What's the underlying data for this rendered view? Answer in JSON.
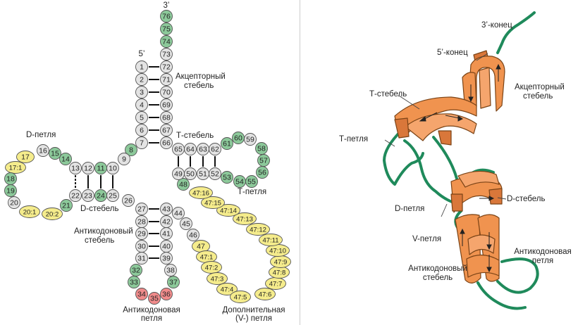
{
  "colors": {
    "gray": "#e3e3e3",
    "green": "#8cc99a",
    "yellow": "#f5ec8c",
    "red": "#f08b8b",
    "ribbon": "#f0934f",
    "ribbon_edge": "#7a4316",
    "loop": "#1f8a5b"
  },
  "left": {
    "end_3": "3’",
    "end_5": "5’",
    "labels": {
      "acceptor": [
        "Акцепторный",
        "стебель"
      ],
      "t_stem": "Т-стебель",
      "t_loop": "Т-петля",
      "d_loop": "D-петля",
      "d_stem": "D-стебель",
      "anticodon_stem": [
        "Антикодоновый",
        "стебель"
      ],
      "anticodon_loop": [
        "Антикодоновая",
        "петля"
      ],
      "variable_loop": [
        "Дополнительная",
        "(V-) петля"
      ]
    },
    "nucleotides": [
      {
        "t": "76",
        "c": "green"
      },
      {
        "t": "75",
        "c": "green"
      },
      {
        "t": "74",
        "c": "green"
      },
      {
        "t": "73",
        "c": "gray"
      },
      {
        "t": "72",
        "c": "gray"
      },
      {
        "t": "71",
        "c": "gray"
      },
      {
        "t": "70",
        "c": "gray"
      },
      {
        "t": "69",
        "c": "gray"
      },
      {
        "t": "68",
        "c": "gray"
      },
      {
        "t": "67",
        "c": "gray"
      },
      {
        "t": "66",
        "c": "gray"
      },
      {
        "t": "1",
        "c": "gray"
      },
      {
        "t": "2",
        "c": "gray"
      },
      {
        "t": "3",
        "c": "gray"
      },
      {
        "t": "4",
        "c": "gray"
      },
      {
        "t": "5",
        "c": "gray"
      },
      {
        "t": "6",
        "c": "gray"
      },
      {
        "t": "7",
        "c": "gray"
      },
      {
        "t": "8",
        "c": "green"
      },
      {
        "t": "9",
        "c": "gray"
      },
      {
        "t": "10",
        "c": "gray"
      },
      {
        "t": "11",
        "c": "green"
      },
      {
        "t": "12",
        "c": "gray"
      },
      {
        "t": "13",
        "c": "gray"
      },
      {
        "t": "14",
        "c": "green"
      },
      {
        "t": "15",
        "c": "green"
      },
      {
        "t": "16",
        "c": "gray"
      },
      {
        "t": "17",
        "c": "yellow"
      },
      {
        "t": "17:1",
        "c": "yellow"
      },
      {
        "t": "18",
        "c": "green"
      },
      {
        "t": "19",
        "c": "green"
      },
      {
        "t": "20",
        "c": "gray"
      },
      {
        "t": "20:1",
        "c": "yellow"
      },
      {
        "t": "20:2",
        "c": "yellow"
      },
      {
        "t": "21",
        "c": "green"
      },
      {
        "t": "22",
        "c": "gray"
      },
      {
        "t": "23",
        "c": "gray"
      },
      {
        "t": "24",
        "c": "green"
      },
      {
        "t": "25",
        "c": "gray"
      },
      {
        "t": "26",
        "c": "gray"
      },
      {
        "t": "27",
        "c": "gray"
      },
      {
        "t": "28",
        "c": "gray"
      },
      {
        "t": "29",
        "c": "gray"
      },
      {
        "t": "30",
        "c": "gray"
      },
      {
        "t": "31",
        "c": "gray"
      },
      {
        "t": "32",
        "c": "green"
      },
      {
        "t": "33",
        "c": "green"
      },
      {
        "t": "34",
        "c": "red"
      },
      {
        "t": "35",
        "c": "red"
      },
      {
        "t": "36",
        "c": "red"
      },
      {
        "t": "37",
        "c": "green"
      },
      {
        "t": "38",
        "c": "gray"
      },
      {
        "t": "39",
        "c": "gray"
      },
      {
        "t": "40",
        "c": "gray"
      },
      {
        "t": "41",
        "c": "gray"
      },
      {
        "t": "42",
        "c": "gray"
      },
      {
        "t": "43",
        "c": "gray"
      },
      {
        "t": "44",
        "c": "gray"
      },
      {
        "t": "45",
        "c": "gray"
      },
      {
        "t": "46",
        "c": "gray"
      },
      {
        "t": "47",
        "c": "yellow"
      },
      {
        "t": "47:1",
        "c": "yellow"
      },
      {
        "t": "47:2",
        "c": "yellow"
      },
      {
        "t": "47:3",
        "c": "yellow"
      },
      {
        "t": "47:4",
        "c": "yellow"
      },
      {
        "t": "47:5",
        "c": "yellow"
      },
      {
        "t": "47:6",
        "c": "yellow"
      },
      {
        "t": "47:7",
        "c": "yellow"
      },
      {
        "t": "47:8",
        "c": "yellow"
      },
      {
        "t": "47:9",
        "c": "yellow"
      },
      {
        "t": "47:10",
        "c": "yellow"
      },
      {
        "t": "47:11",
        "c": "yellow"
      },
      {
        "t": "47:12",
        "c": "yellow"
      },
      {
        "t": "47:13",
        "c": "yellow"
      },
      {
        "t": "47:14",
        "c": "yellow"
      },
      {
        "t": "47:15",
        "c": "yellow"
      },
      {
        "t": "47:16",
        "c": "yellow"
      },
      {
        "t": "48",
        "c": "green"
      },
      {
        "t": "49",
        "c": "gray"
      },
      {
        "t": "50",
        "c": "gray"
      },
      {
        "t": "51",
        "c": "gray"
      },
      {
        "t": "52",
        "c": "gray"
      },
      {
        "t": "53",
        "c": "green"
      },
      {
        "t": "54",
        "c": "green"
      },
      {
        "t": "55",
        "c": "green"
      },
      {
        "t": "56",
        "c": "green"
      },
      {
        "t": "57",
        "c": "green"
      },
      {
        "t": "58",
        "c": "green"
      },
      {
        "t": "59",
        "c": "gray"
      },
      {
        "t": "60",
        "c": "green"
      },
      {
        "t": "61",
        "c": "green"
      },
      {
        "t": "62",
        "c": "gray"
      },
      {
        "t": "63",
        "c": "gray"
      },
      {
        "t": "64",
        "c": "gray"
      },
      {
        "t": "65",
        "c": "gray"
      }
    ]
  },
  "right": {
    "labels": {
      "end_3": "3’-конец",
      "end_5": "5’-конец",
      "acceptor": [
        "Акцепторный",
        "стебель"
      ],
      "t_stem": "Т-стебель",
      "t_loop": "Т-петля",
      "d_loop": "D-петля",
      "d_stem": "D-стебель",
      "v_loop": "V-петля",
      "anticodon_stem": [
        "Антикодоновый",
        "стебель"
      ],
      "anticodon_loop": [
        "Антикодоновая",
        "петля"
      ]
    }
  }
}
